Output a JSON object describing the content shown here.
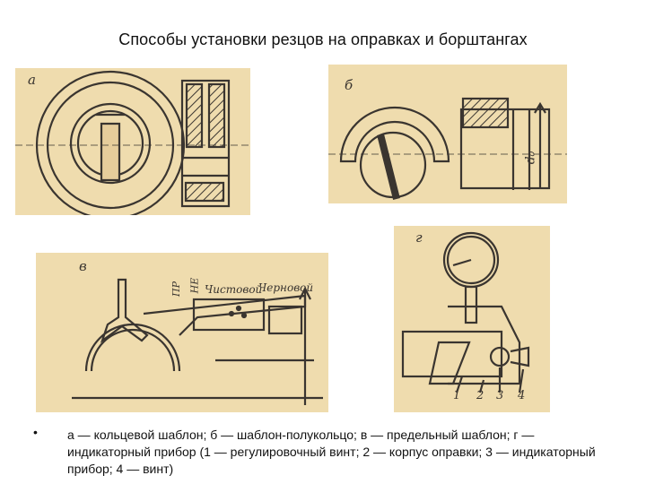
{
  "slide": {
    "title": "Способы установки резцов на оправках и борштангах",
    "bullet": "•",
    "caption": "а — кольцевой шаблон; б — шаблон-полукольцо; в — предельный шаблон; г — индикаторный прибор (1 — регулировочный винт; 2 — корпус оправки; 3 — индикаторный прибор; 4 — винт)"
  },
  "figures": {
    "a": {
      "label": "а"
    },
    "b": {
      "label": "б",
      "dim": "d₀"
    },
    "v": {
      "label": "в",
      "pr": "ПР",
      "ne": "НЕ",
      "chist": "Чистовой",
      "cher": "Черновой"
    },
    "g": {
      "label": "г",
      "n1": "1",
      "n2": "2",
      "n3": "3",
      "n4": "4"
    }
  },
  "colors": {
    "paper": "#efdcae",
    "ink": "#3a3530"
  }
}
